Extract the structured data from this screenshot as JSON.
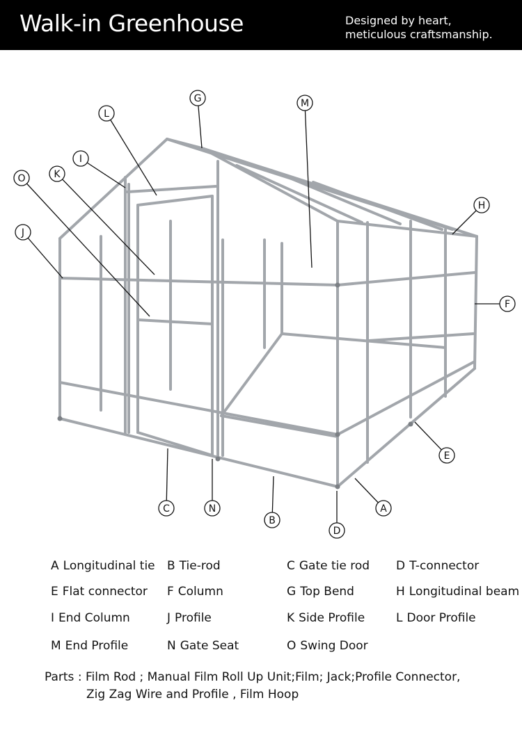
{
  "header": {
    "title": "Walk-in Greenhouse",
    "tagline_line1": "Designed by heart,",
    "tagline_line2": "meticulous craftsmanship."
  },
  "callouts": [
    "A",
    "B",
    "C",
    "D",
    "E",
    "F",
    "G",
    "H",
    "I",
    "J",
    "K",
    "L",
    "M",
    "N",
    "O"
  ],
  "legend": [
    {
      "letter": "A",
      "label": "Longitudinal tie"
    },
    {
      "letter": "B",
      "label": "Tie-rod"
    },
    {
      "letter": "C",
      "label": "Gate tie rod"
    },
    {
      "letter": "D",
      "label": "T-connector"
    },
    {
      "letter": "E",
      "label": "Flat connector"
    },
    {
      "letter": "F",
      "label": "Column"
    },
    {
      "letter": "G",
      "label": "Top Bend"
    },
    {
      "letter": "H",
      "label": "Longitudinal beam"
    },
    {
      "letter": "I",
      "label": "End Column"
    },
    {
      "letter": "J",
      "label": "Profile"
    },
    {
      "letter": "K",
      "label": "Side Profile"
    },
    {
      "letter": "L",
      "label": "Door Profile"
    },
    {
      "letter": "M",
      "label": "End Profile"
    },
    {
      "letter": "N",
      "label": "Gate Seat"
    },
    {
      "letter": "O",
      "label": "Swing Door"
    }
  ],
  "parts": {
    "line1": "Parts : Film Rod ; Manual Film Roll Up Unit;Film; Jack;Profile Connector,",
    "line2": "Zig Zag Wire and Profile , Film Hoop"
  },
  "colors": {
    "header_bg": "#000000",
    "frame": "#9a9ea3",
    "frame_dark": "#6f7378"
  }
}
